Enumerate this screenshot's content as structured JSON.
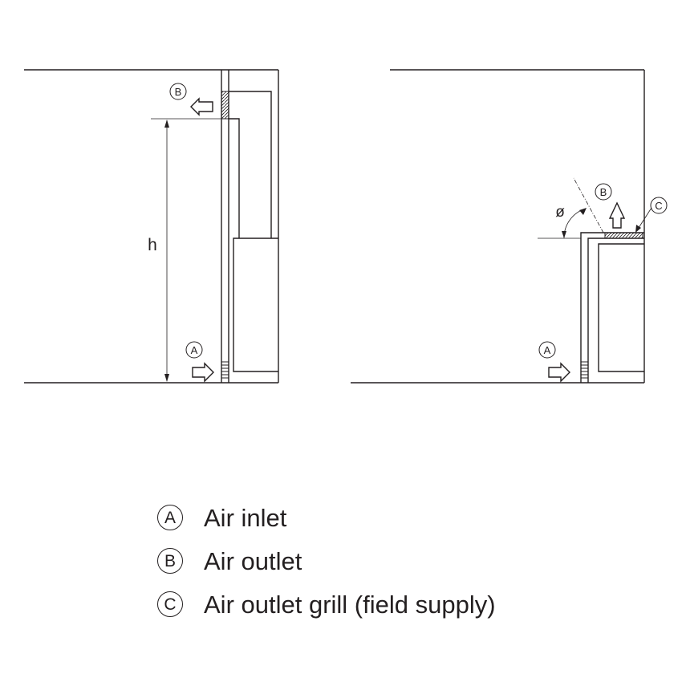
{
  "markers": {
    "a": "A",
    "b": "B",
    "c": "C"
  },
  "dimension": {
    "height": "h",
    "angle": "ø"
  },
  "legend": [
    {
      "mark": "A",
      "text": "Air inlet"
    },
    {
      "mark": "B",
      "text": "Air outlet"
    },
    {
      "mark": "C",
      "text": "Air outlet grill (field supply)"
    }
  ],
  "colors": {
    "line": "#231f20",
    "background": "#ffffff"
  }
}
